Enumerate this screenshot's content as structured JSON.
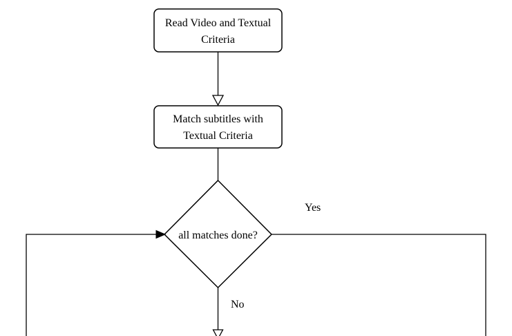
{
  "diagram": {
    "nodes": {
      "read_input": {
        "line1": "Read Video and Textual",
        "line2": "Criteria"
      },
      "match_subtitles": {
        "line1": "Match subtitles with",
        "line2": "Textual Criteria"
      },
      "decision": {
        "label": "all matches done?"
      }
    },
    "edges": {
      "yes_label": "Yes",
      "no_label": "No"
    },
    "colors": {
      "stroke": "#000000",
      "fill": "#ffffff",
      "background": "#ffffff"
    }
  }
}
